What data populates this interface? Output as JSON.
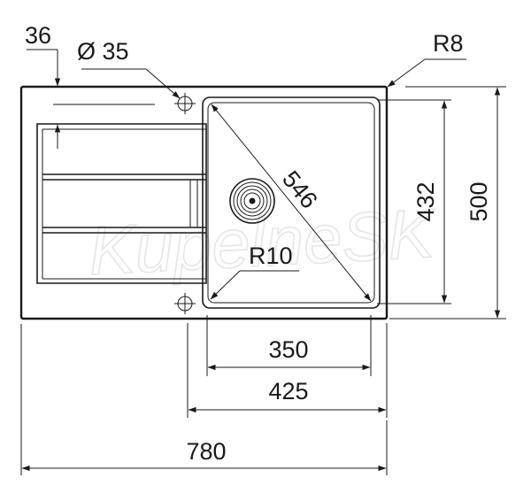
{
  "dimensions": {
    "total_width": "780",
    "bowl_offset_width": "425",
    "bowl_width": "350",
    "total_depth": "500",
    "bowl_depth": "432",
    "bowl_diagonal": "546",
    "tap_hole": "Ø 35",
    "edge_offset": "36",
    "outer_radius": "R8",
    "bowl_radius": "R10"
  },
  "watermark": "KupelneSK",
  "colors": {
    "line": "#1a1a1a",
    "watermark": "#e6e6e6",
    "background": "#ffffff"
  }
}
